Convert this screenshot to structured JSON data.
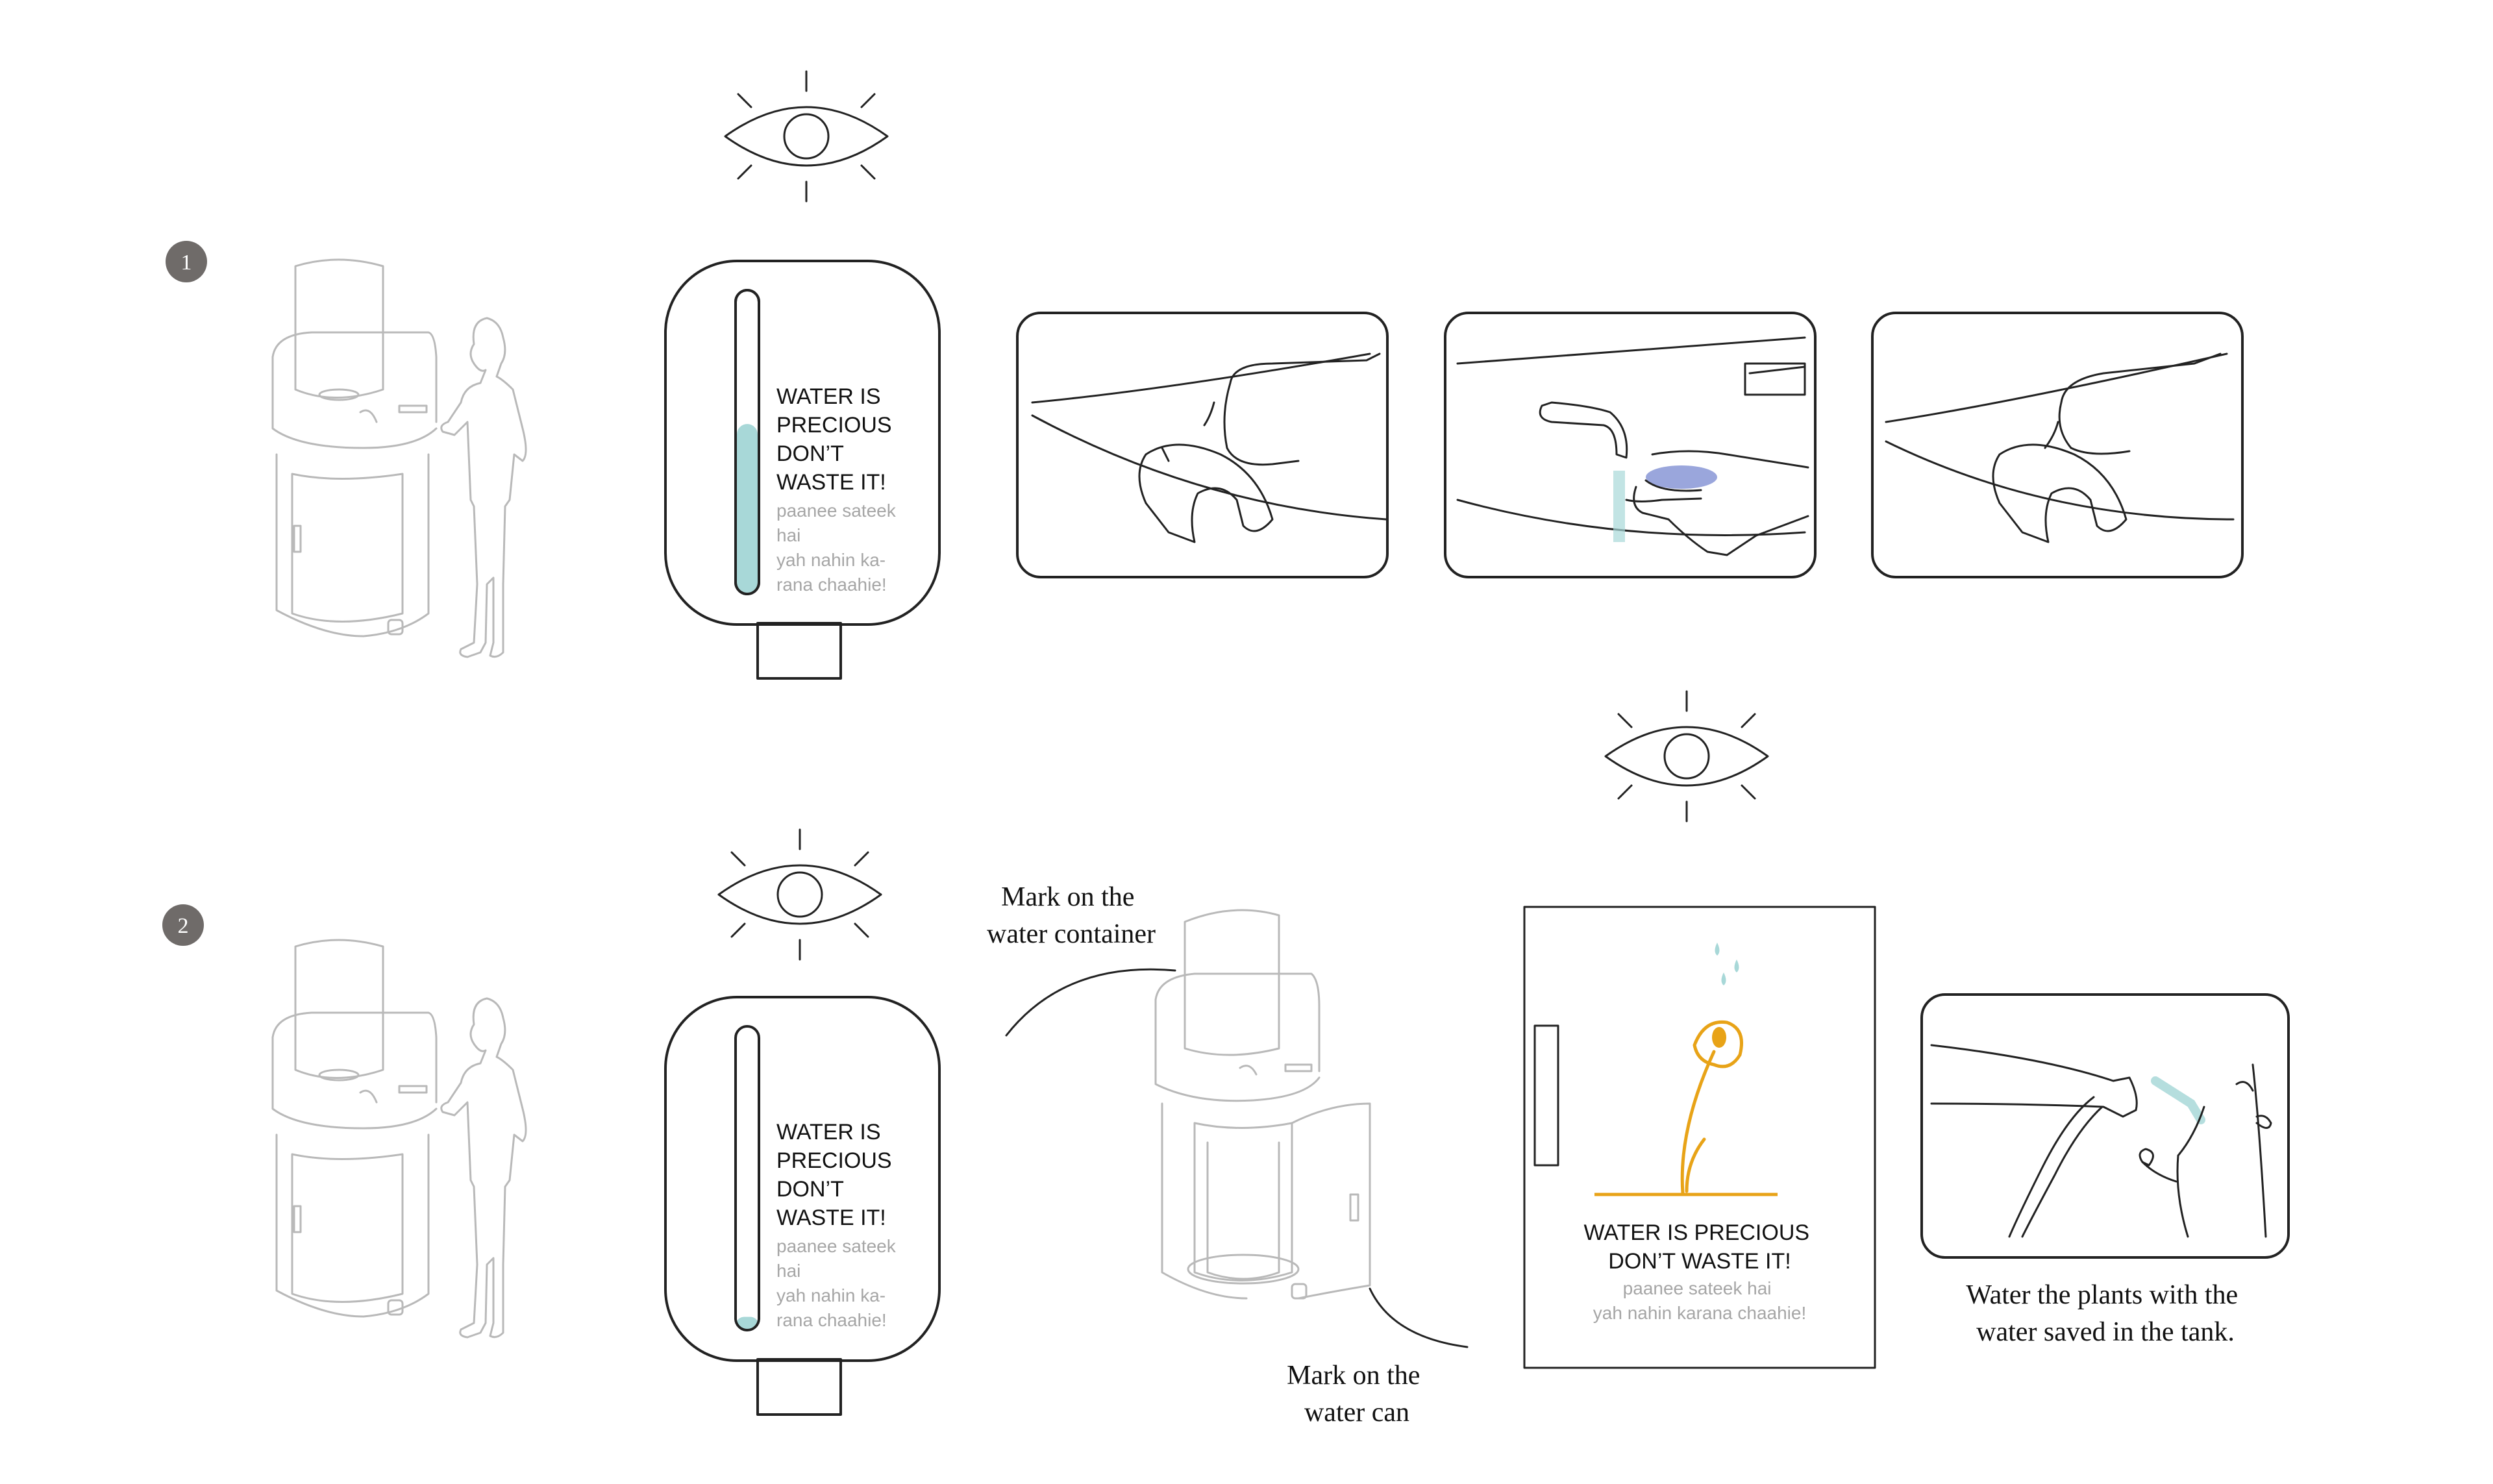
{
  "steps": [
    {
      "number": "1"
    },
    {
      "number": "2"
    }
  ],
  "sign_panel": {
    "main_lines": [
      "WATER IS",
      "PRECIOUS",
      "DON’T",
      "WASTE IT!"
    ],
    "sub_lines": [
      "paanee sateek",
      "hai",
      "yah nahin ka-",
      "rana chaahie!"
    ]
  },
  "door_sign": {
    "main_lines": [
      "WATER IS PRECIOUS",
      "DON’T WASTE IT!"
    ],
    "sub_lines": [
      "paanee sateek hai",
      "yah nahin karana chaahie!"
    ]
  },
  "captions": {
    "mark_container": [
      "Mark on the",
      "water container"
    ],
    "mark_can": [
      "Mark on the",
      "water can"
    ],
    "water_plants": [
      "Water the plants with the",
      "water saved in the tank."
    ]
  },
  "water_levels": {
    "step1_gauge_fill": 0.56,
    "step2_gauge_fill": 0.04
  },
  "colors": {
    "water": "#a8d8d8",
    "soap": "#9aa6dc",
    "plant": "#e8a317",
    "step_badge": "#6f6b69",
    "outline": "#222222",
    "faded_outline": "#b9b9b9"
  },
  "icons": [
    "eye-icon",
    "water-drop-icon",
    "plant-icon",
    "step-badge-icon"
  ]
}
